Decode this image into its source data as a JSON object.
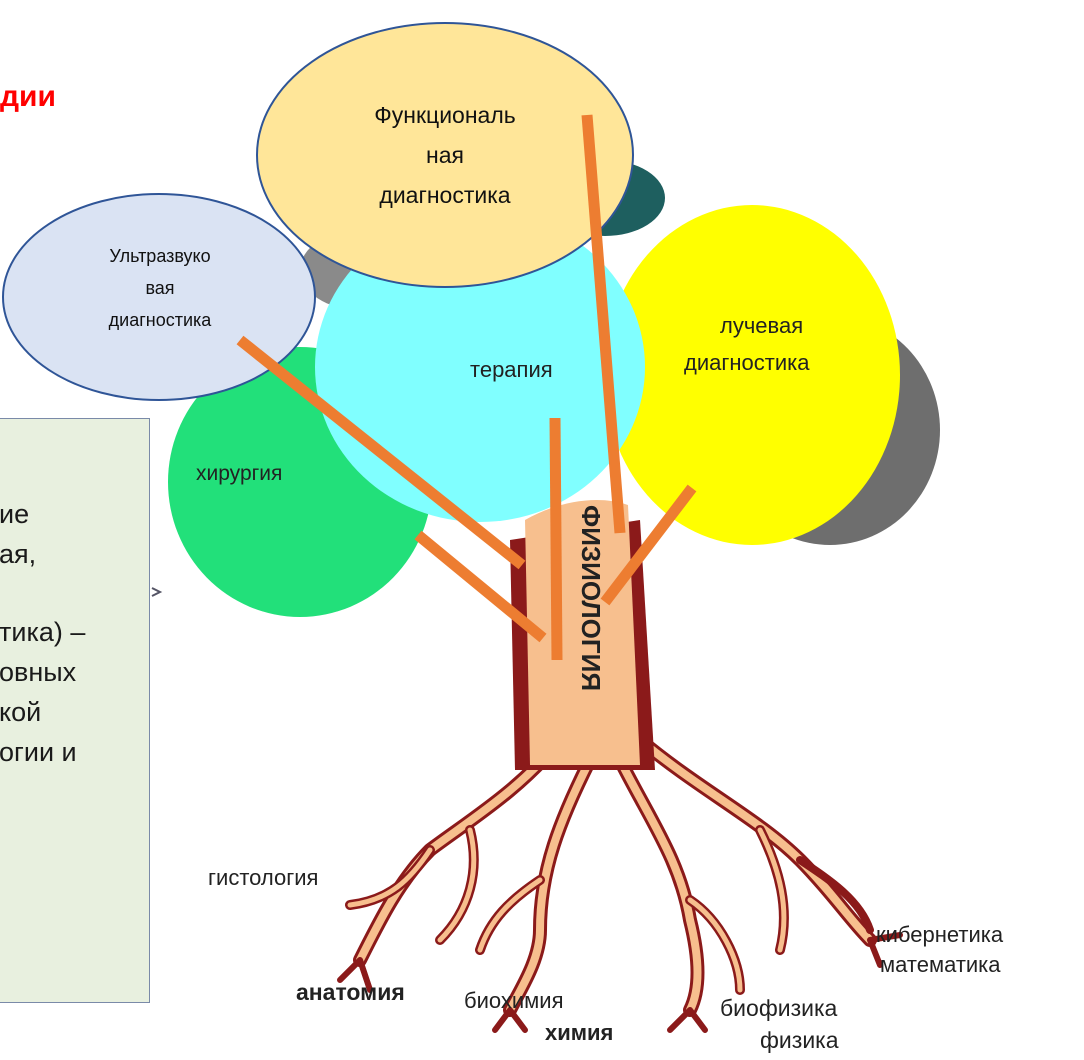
{
  "heading_fragment": "дии",
  "info_box": {
    "lines": [
      "ие",
      "ая,",
      "тика) –",
      "овных",
      "кой",
      "огии и"
    ]
  },
  "oval_functional": [
    "Функциональ",
    "ная",
    "диагностика"
  ],
  "oval_ultrasound": [
    "Ультразвуко",
    "вая",
    "диагностика"
  ],
  "crown": {
    "therapy": "терапия",
    "surgery": "хирургия",
    "radiology": [
      "лучевая",
      "диагностика"
    ]
  },
  "trunk_label": "ФИЗИОЛОГИЯ",
  "roots": {
    "histology": "гистология",
    "anatomy": "анатомия",
    "biochemistry": "биохимия",
    "chemistry": "химия",
    "biophysics": "биофизика",
    "physics": "физика",
    "cybernetics": "кибернетика",
    "mathematics": "математика"
  },
  "colors": {
    "heading": "#ff0000",
    "surgery": "#22e07a",
    "therapy": "#80ffff",
    "radiology": "#ffff00",
    "trunk": "#f7bf8e",
    "trunk_edge": "#8b1a1a",
    "orange_line": "#ed7d31",
    "oval_functional_fill": "#ffe699",
    "oval_ultrasound_fill": "#dae3f3",
    "oval_border": "#2f5597",
    "info_box_fill": "#e8f0df"
  }
}
